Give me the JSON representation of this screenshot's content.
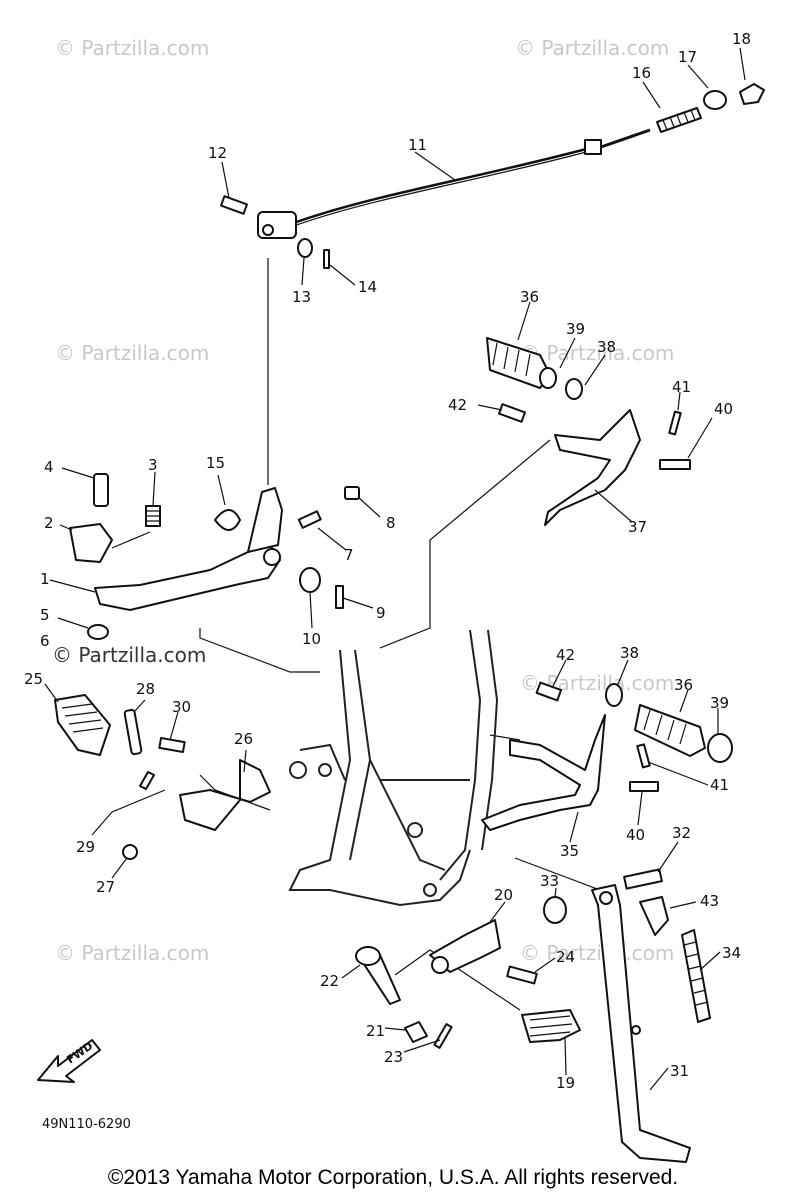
{
  "diagram": {
    "drawing_code": "49N110-6290",
    "forward_label": "FWD",
    "watermark": "© Partzilla.com",
    "copyright": "©2013 Yamaha Motor Corporation, U.S.A. All rights reserved."
  },
  "callouts": {
    "n1": "1",
    "n2": "2",
    "n3": "3",
    "n4": "4",
    "n5": "5",
    "n6": "6",
    "n7": "7",
    "n8": "8",
    "n9": "9",
    "n10": "10",
    "n11": "11",
    "n12": "12",
    "n13": "13",
    "n14": "14",
    "n15": "15",
    "n16": "16",
    "n17": "17",
    "n18": "18",
    "n19": "19",
    "n20": "20",
    "n21": "21",
    "n22": "22",
    "n23": "23",
    "n24": "24",
    "n25": "25",
    "n26": "26",
    "n27": "27",
    "n28": "28",
    "n29": "29",
    "n30": "30",
    "n31": "31",
    "n32": "32",
    "n33": "33",
    "n34": "34",
    "n35": "35",
    "n36a": "36",
    "n36b": "36",
    "n37": "37",
    "n38a": "38",
    "n38b": "38",
    "n39a": "39",
    "n39b": "39",
    "n40a": "40",
    "n40b": "40",
    "n41a": "41",
    "n41b": "41",
    "n42a": "42",
    "n42b": "42",
    "n43": "43"
  }
}
